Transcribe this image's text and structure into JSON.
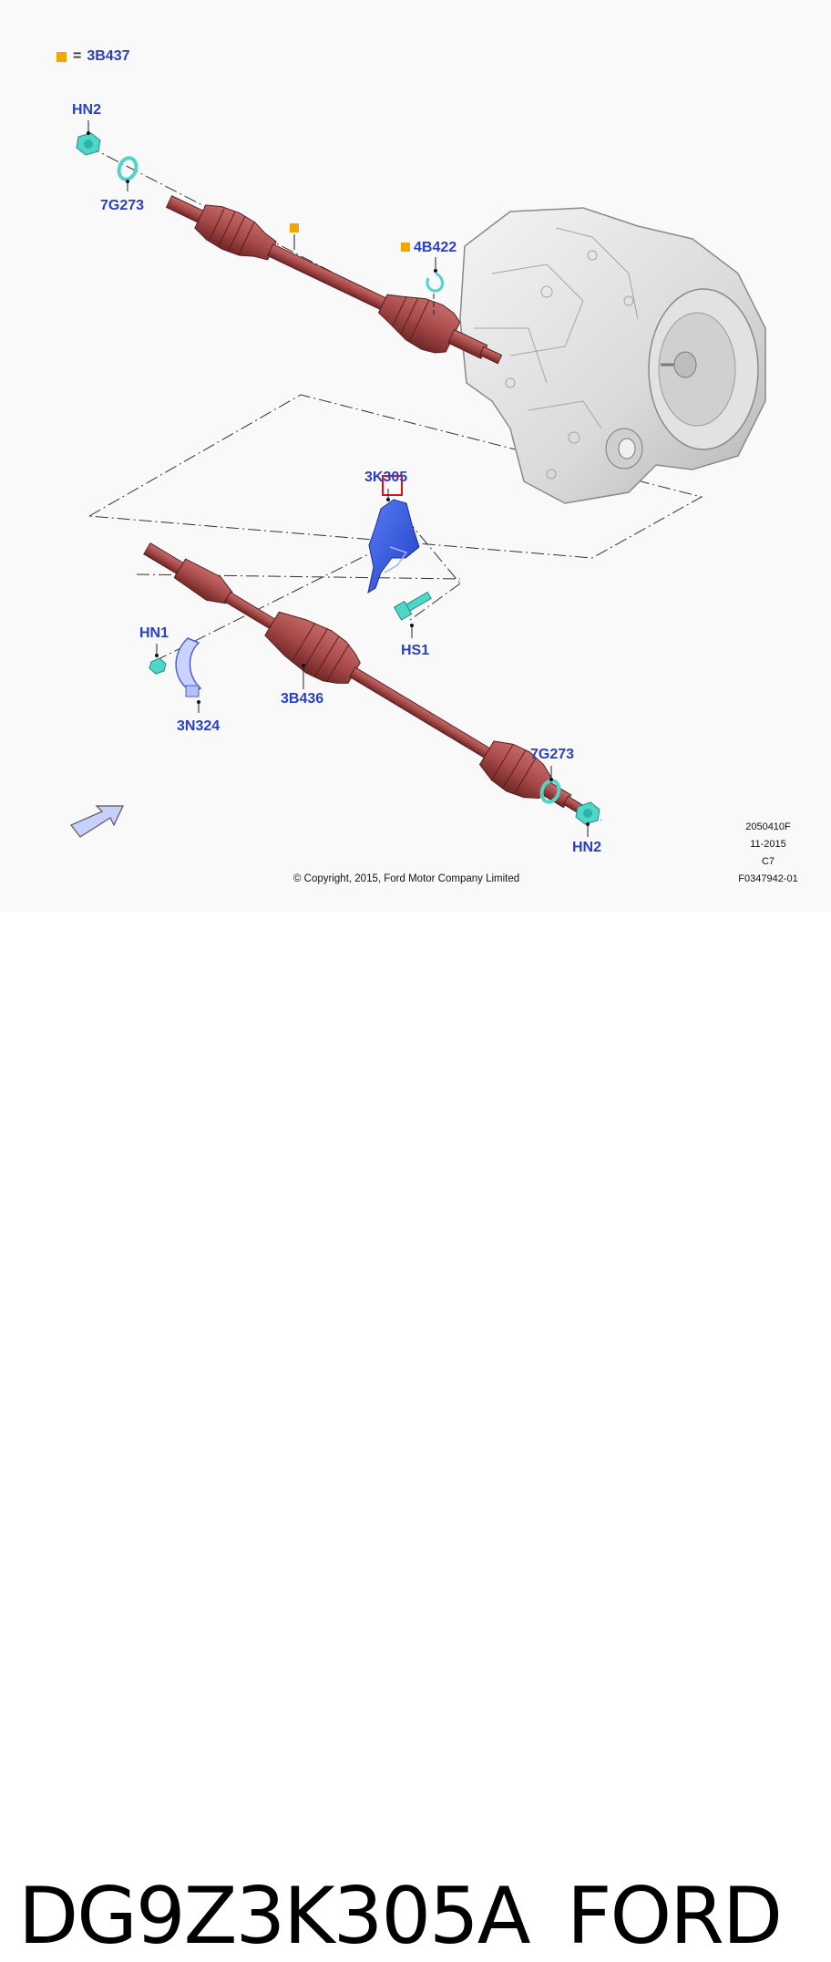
{
  "legend": {
    "code": "3B437",
    "symbol_color": "#f5a400"
  },
  "callouts": {
    "hn2_top": "HN2",
    "7g273_top": "7G273",
    "4b422": "4B422",
    "3k305": "3K305",
    "hn1": "HN1",
    "hs1": "HS1",
    "3b436": "3B436",
    "3n324": "3N324",
    "7g273_bottom": "7G273",
    "hn2_bottom": "HN2"
  },
  "drawing_meta": {
    "ref": "2050410F",
    "date": "11-2015",
    "rev": "C7",
    "figure": "F0347942-01"
  },
  "copyright": "© Copyright, 2015, Ford Motor Company Limited",
  "footer": {
    "part_number": "DG9Z3K305A",
    "brand": "FORD"
  },
  "colors": {
    "shaft": "#a84a4a",
    "shaft_dark": "#6e2626",
    "fastener": "#4fd6c8",
    "bracket": "#3559e0",
    "callout_text": "#2a3fc9",
    "highlight_box": "#e01010"
  },
  "icons": [
    "direction-arrow-icon",
    "legend-square-icon"
  ]
}
